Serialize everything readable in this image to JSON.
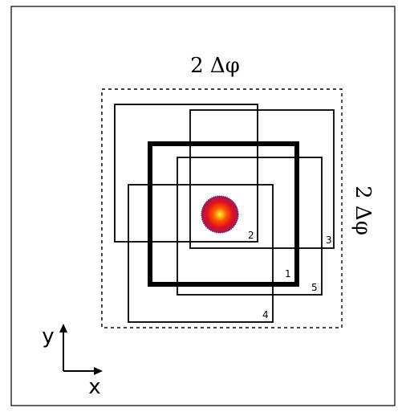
{
  "labels": {
    "top_extent": "2 Δφ",
    "right_extent": "2 Δφ",
    "square_numbers": [
      "1",
      "2",
      "3",
      "4",
      "5"
    ]
  },
  "axes": {
    "x_label": "x",
    "y_label": "y"
  },
  "colors": {
    "ink": "#000000",
    "spot_center": "#ffff33",
    "spot_mid": "#ff2a00",
    "spot_edge": "#9a1a5c"
  }
}
